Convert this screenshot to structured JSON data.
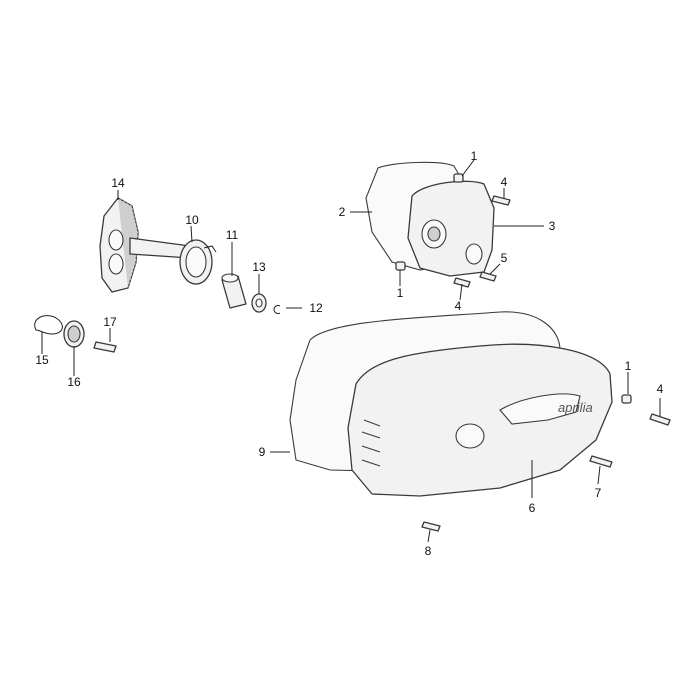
{
  "diagram": {
    "brand_text": "aprilia",
    "callouts": [
      {
        "id": "1a",
        "label": "1"
      },
      {
        "id": "1b",
        "label": "1"
      },
      {
        "id": "1c",
        "label": "1"
      },
      {
        "id": "2",
        "label": "2"
      },
      {
        "id": "3",
        "label": "3"
      },
      {
        "id": "4a",
        "label": "4"
      },
      {
        "id": "4b",
        "label": "4"
      },
      {
        "id": "4c",
        "label": "4"
      },
      {
        "id": "5",
        "label": "5"
      },
      {
        "id": "6",
        "label": "6"
      },
      {
        "id": "7",
        "label": "7"
      },
      {
        "id": "8",
        "label": "8"
      },
      {
        "id": "9",
        "label": "9"
      },
      {
        "id": "10",
        "label": "10"
      },
      {
        "id": "11",
        "label": "11"
      },
      {
        "id": "12",
        "label": "12"
      },
      {
        "id": "13",
        "label": "13"
      },
      {
        "id": "14",
        "label": "14"
      },
      {
        "id": "15",
        "label": "15"
      },
      {
        "id": "16",
        "label": "16"
      },
      {
        "id": "17",
        "label": "17"
      }
    ]
  }
}
